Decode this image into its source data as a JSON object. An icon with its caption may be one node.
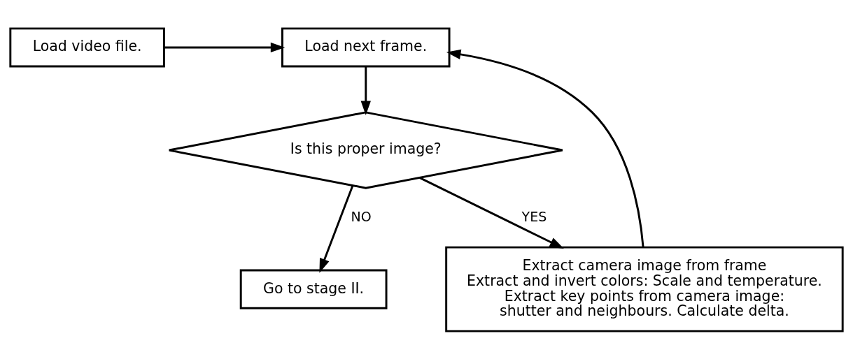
{
  "diagram": {
    "nodes": [
      {
        "text": [
          "Load video file."
        ]
      },
      {
        "text": [
          "Load next frame."
        ]
      },
      {
        "text": [
          "Is this proper image?"
        ]
      },
      {
        "text": [
          "Go to stage II."
        ]
      },
      {
        "text": [
          "Extract camera image from frame Extract and invert colors: Scale and temperature. Extract key points from camera image: shutter and neighbours. Calculate delta."
        ]
      }
    ],
    "edges": [
      {
        "from": 0,
        "to": 1,
        "arrow": "to"
      },
      {
        "from": 1,
        "to": 2,
        "arrow": "to"
      },
      {
        "from": 2,
        "to": 3,
        "arrow": "to",
        "label": "NO"
      },
      {
        "from": 2,
        "to": 4,
        "arrow": "to",
        "label": "YES"
      },
      {
        "from": 4,
        "to": 1,
        "arrow": "to"
      }
    ]
  }
}
